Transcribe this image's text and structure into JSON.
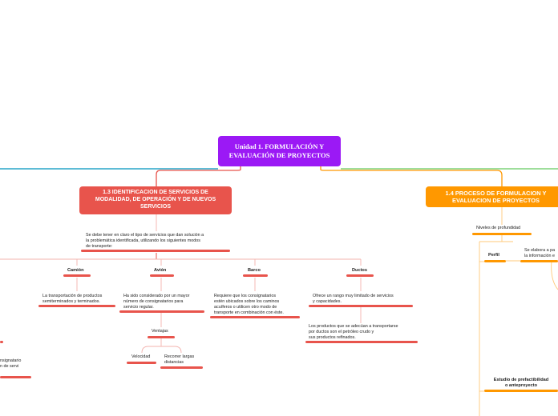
{
  "root": {
    "title": "Unidad 1. FORMULACIÓN Y EVALUACIÓN DE PROYECTOS"
  },
  "left_branch": {
    "title": "1.3 IDENTIFICACION DE SERVICIOS DE MODALIDAD, DE OPERACIÓN Y DE NUEVOS SERVICIOS",
    "intro": "Se debe tener en claro el tipo de servicios que dan solución a\nla problemática identificada, utilizando los siguientes modos\nde transporte:",
    "modes": [
      {
        "name": "Camión",
        "desc": "La transportación de productos\nsemiterminados y terminados."
      },
      {
        "name": "Avión",
        "desc": "Ha sido considerado por un mayor\nnúmero de consignatarios para\nservicio regular.",
        "sub_title": "Ventajas",
        "sub_items": [
          "Velocidad",
          "Recorrer largas\ndistancias"
        ]
      },
      {
        "name": "Barco",
        "desc": "Requiere que los consignatarios\nestén ubicados sobre los caminos\nacuíferos o utilicen otro modo de\ntransporte en combinación con éste."
      },
      {
        "name": "Ductos",
        "desc": "Ofrece un rango muy limitado de servicios\ny capacidades.",
        "desc2": "Los productos que se adecúan a transportarse\npor ductos son el petróleo crudo y\nsus productos refinados."
      }
    ],
    "edge_fragment": "nsignatario\nn de servi"
  },
  "right_branch": {
    "title": "1.4 PROCESO DE FORMULACION Y EVALUACION DE PROYECTOS",
    "levels_label": "Niveles de profundidad",
    "perfil_label": "Perfil",
    "perfil_desc": "Se elabora a pa\nla información e",
    "prefact_label": "Estudio de prefactibilidad\no anteproyecto"
  },
  "colors": {
    "root": "#9b19f5",
    "red": "#e8544c",
    "orange": "#ff9800",
    "teal": "#29a6c9",
    "green": "#7ed37a"
  }
}
